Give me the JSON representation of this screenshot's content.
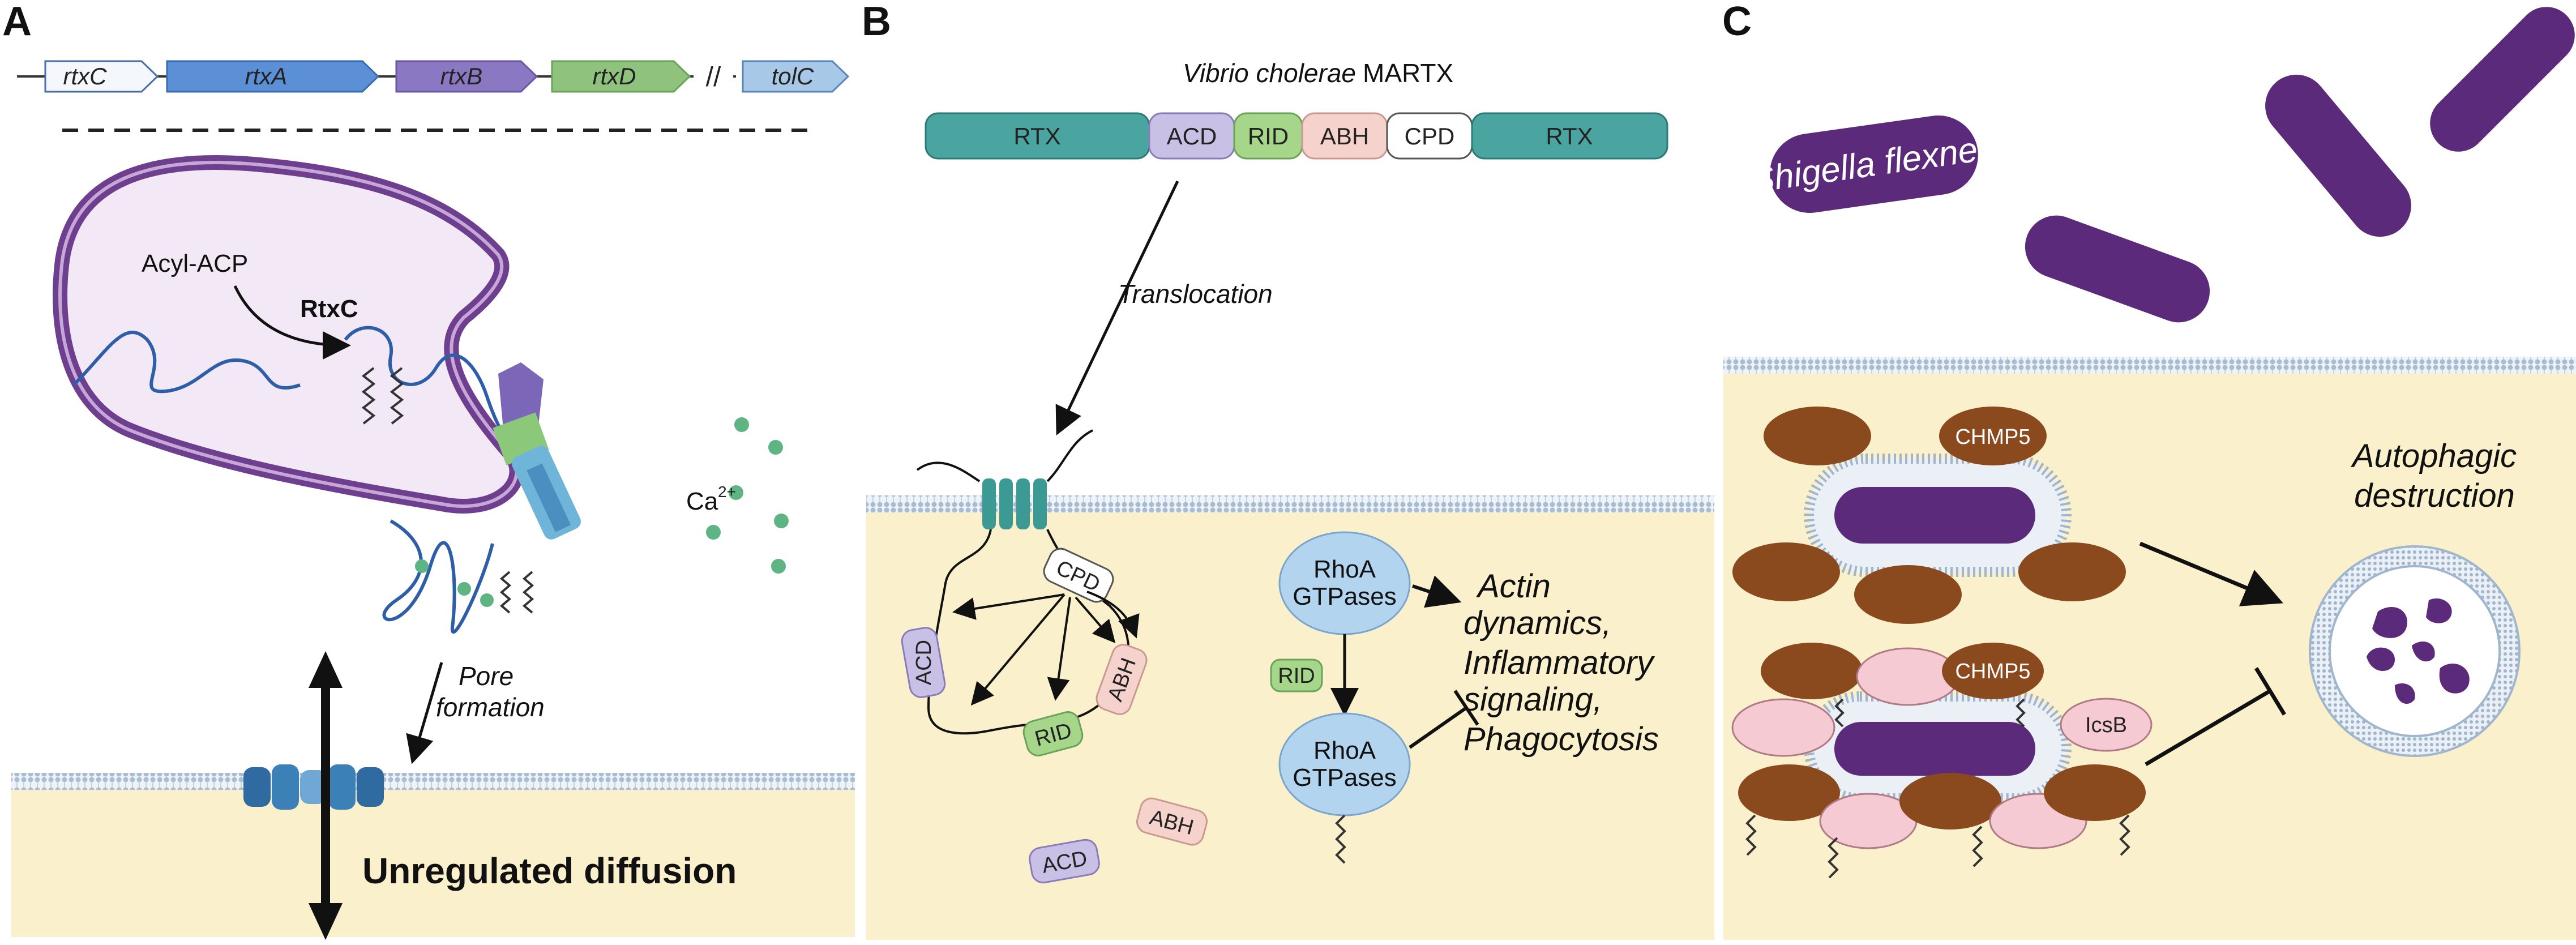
{
  "panels": {
    "A": {
      "letter": "A",
      "genes": [
        "rtxC",
        "rtxA",
        "rtxB",
        "rtxD",
        "tolC"
      ],
      "gene_break": "//",
      "acyl_acp": "Acyl-ACP",
      "rtxc_protein": "RtxC",
      "calcium": "Ca",
      "calcium_charge": "2+",
      "pore_line1": "Pore",
      "pore_line2": "formation",
      "diffusion": "Unregulated diffusion"
    },
    "B": {
      "letter": "B",
      "title_species": "Vibrio cholerae",
      "title_toxin": "MARTX",
      "domains": [
        "RTX",
        "ACD",
        "RID",
        "ABH",
        "CPD",
        "RTX"
      ],
      "translocation": "Translocation",
      "cycle_labels": [
        "CPD",
        "ACD",
        "RID",
        "ABH"
      ],
      "free_labels": [
        "ACD",
        "ABH"
      ],
      "rhoa_top": [
        "RhoA",
        "GTPases"
      ],
      "rid_label": "RID",
      "rhoa_bottom": [
        "RhoA",
        "GTPases"
      ],
      "effects": [
        "Actin",
        "dynamics,",
        "Inflammatory",
        "signaling,",
        "Phagocytosis"
      ]
    },
    "C": {
      "letter": "C",
      "bacterium": "Shigella flexneri",
      "chmp5_top": "CHMP5",
      "chmp5_bottom": "CHMP5",
      "icsb": "IcsB",
      "outcome_line1": "Autophagic",
      "outcome_line2": "destruction"
    }
  },
  "colors": {
    "cytoplasm": "#fbf0cc",
    "membrane": "#c3d4e4",
    "bacterium_purple": "#5b2a7a",
    "rtx_teal": "#4aa5a0",
    "acd_lavender": "#c9c0e6",
    "rid_green": "#a6d68a",
    "abh_pink": "#f6d2cc",
    "rhoa_blue": "#b3d4ee",
    "brown": "#8a4a1e",
    "pink_oval": "#f5cad2"
  }
}
